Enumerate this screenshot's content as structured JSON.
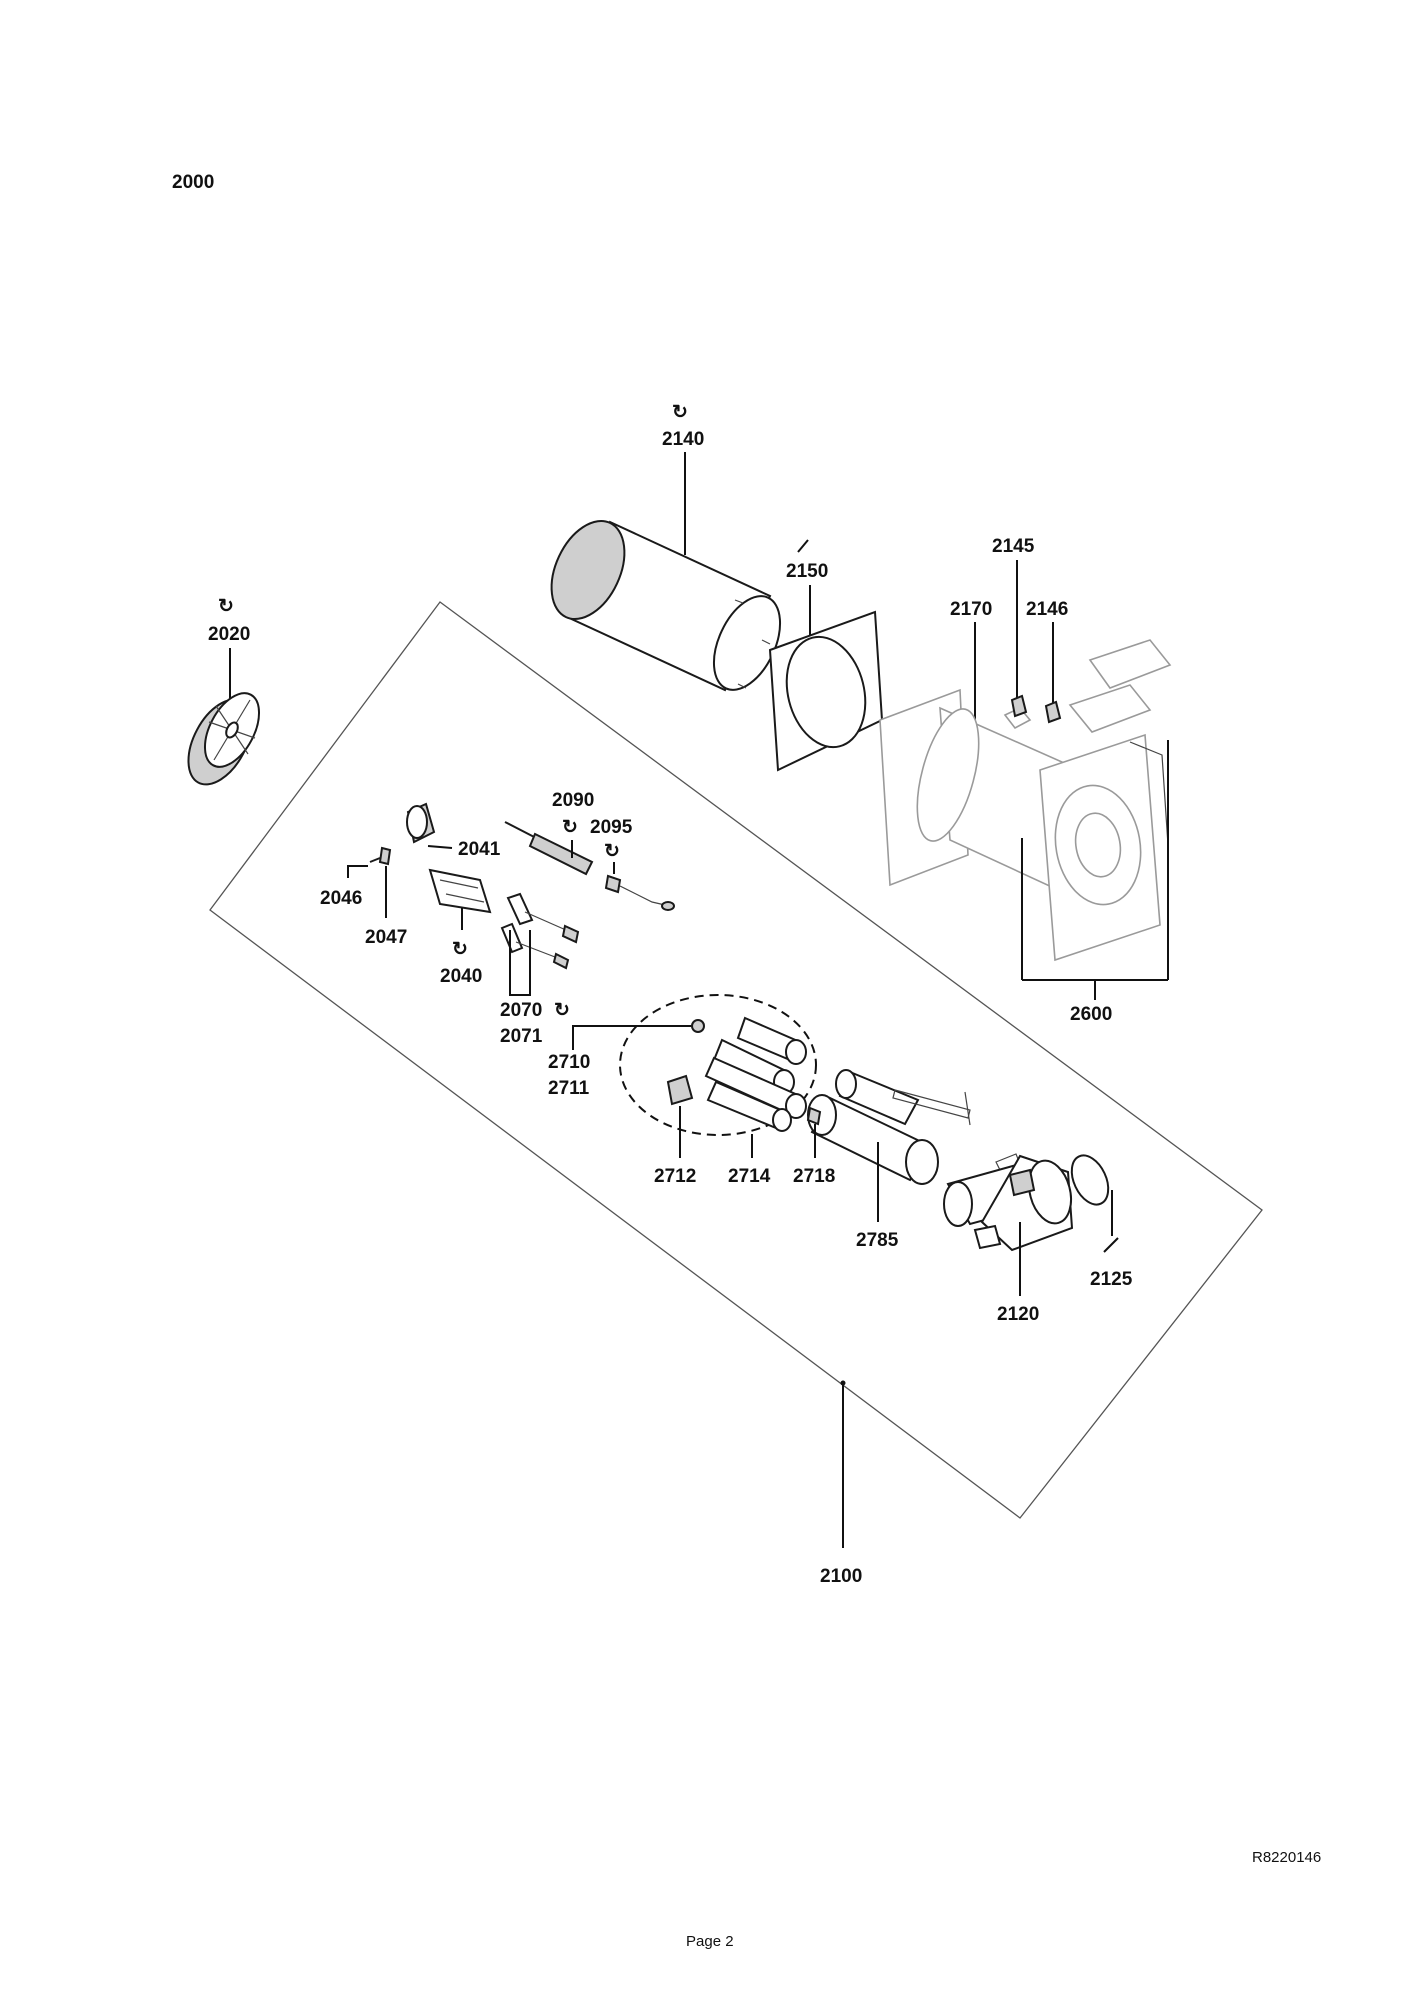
{
  "assembly_number": "2000",
  "labels": {
    "p2020": "2020",
    "p2140": "2140",
    "p2150": "2150",
    "p2145": "2145",
    "p2170": "2170",
    "p2146": "2146",
    "p2090": "2090",
    "p2095": "2095",
    "p2041": "2041",
    "p2046": "2046",
    "p2047": "2047",
    "p2040": "2040",
    "p2070": "2070",
    "p2071": "2071",
    "p2710": "2710",
    "p2711": "2711",
    "p2600": "2600",
    "p2712": "2712",
    "p2714": "2714",
    "p2718": "2718",
    "p2785": "2785",
    "p2125": "2125",
    "p2120": "2120",
    "p2100": "2100"
  },
  "reference_code": "R8220146",
  "page_label": "Page 2"
}
